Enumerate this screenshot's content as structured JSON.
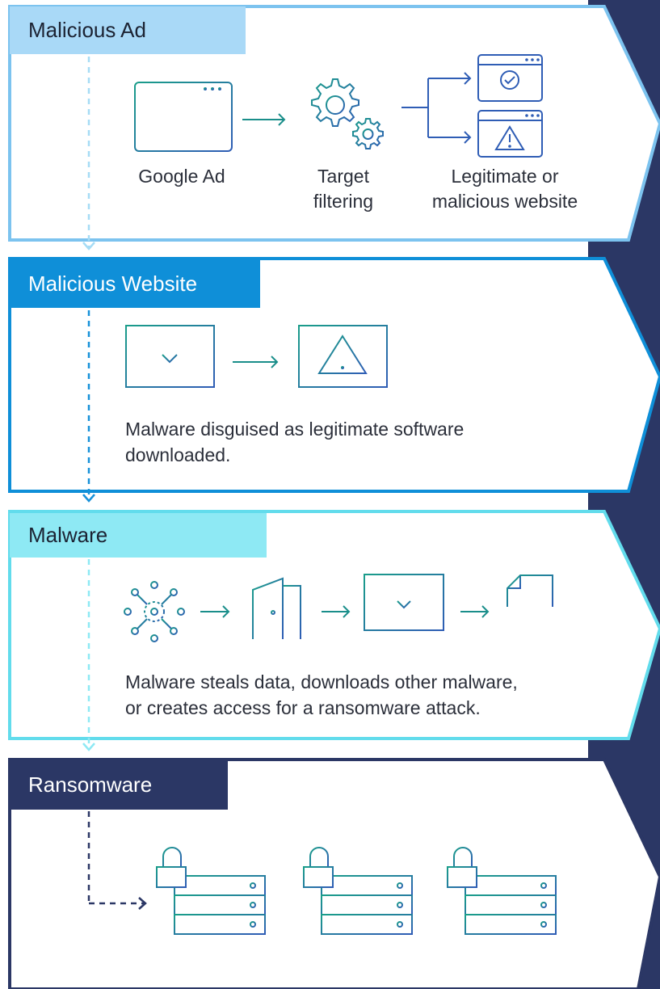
{
  "colors": {
    "navy": "#2b3765",
    "stage1_light": "#a9d9f7",
    "stage1_border": "#7cc3ef",
    "stage2_accent": "#0f8fd8",
    "stage3_light": "#8ee9f4",
    "stage3_border": "#62dcec",
    "icon_teal": "#1a8e8a",
    "icon_blue": "#2f5db5",
    "dashed_light": "#a6dcf5",
    "dashed_blue": "#1791d9"
  },
  "stages": [
    {
      "title": "Malicious Ad",
      "steps": [
        {
          "icon": "browser-window-icon",
          "caption": "Google Ad"
        },
        {
          "icon": "gears-icon",
          "caption": "Target\nfiltering"
        },
        {
          "icon": "branch-windows-icon",
          "caption": "Legitimate or\nmalicious website"
        }
      ]
    },
    {
      "title": "Malicious Website",
      "icons": [
        "monitor-download-icon",
        "monitor-warning-icon"
      ],
      "description": "Malware disguised as legitimate software\ndownloaded."
    },
    {
      "title": "Malware",
      "icons": [
        "virus-network-icon",
        "open-door-icon",
        "monitor-download-icon",
        "document-shredder-icon"
      ],
      "description": "Malware steals data, downloads other malware,\nor creates access for a ransomware attack."
    },
    {
      "title": "Ransomware",
      "icons": [
        "locked-server-icon",
        "locked-server-icon",
        "locked-server-icon"
      ]
    }
  ]
}
